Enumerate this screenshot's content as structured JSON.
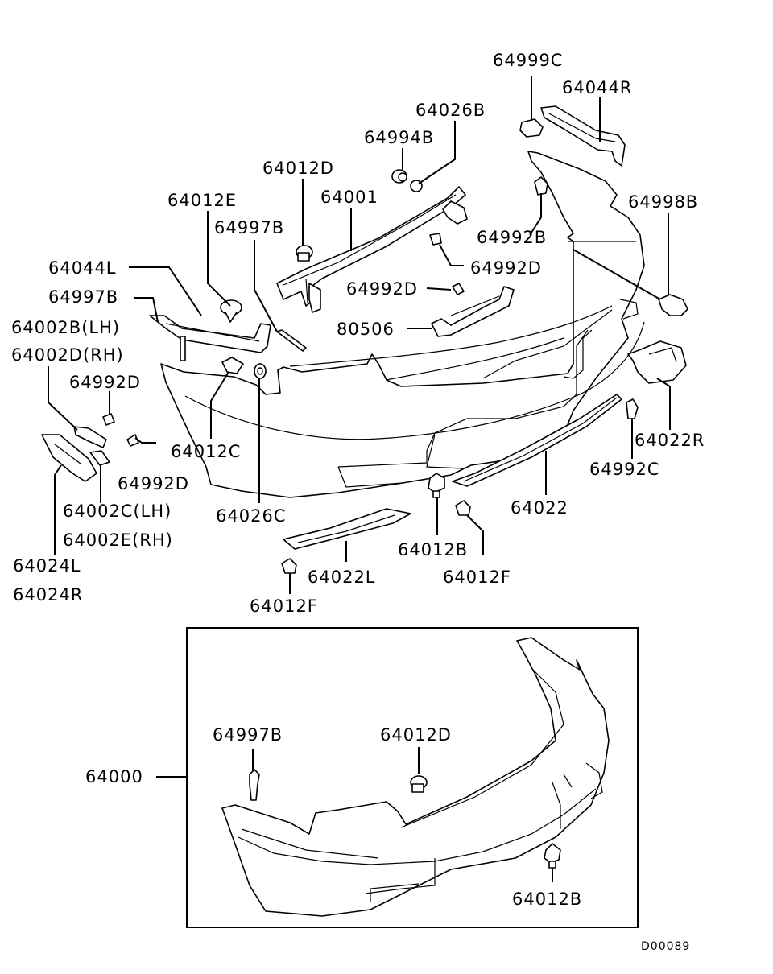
{
  "diagram": {
    "labels": {
      "p64999C": "64999C",
      "p64044R": "64044R",
      "p64026B": "64026B",
      "p64994B": "64994B",
      "p64012D_top": "64012D",
      "p64001": "64001",
      "p64012E": "64012E",
      "p64997B_top": "64997B",
      "p64998B": "64998B",
      "p64992B": "64992B",
      "p64992D_right": "64992D",
      "p64044L": "64044L",
      "p64997B_left": "64997B",
      "p64992D_mid": "64992D",
      "p64002B_LH": "64002B(LH)",
      "p64002D_RH": "64002D(RH)",
      "p80506": "80506",
      "p64992D_left": "64992D",
      "p64012C": "64012C",
      "p64992D_low": "64992D",
      "p64022R": "64022R",
      "p64992C": "64992C",
      "p64026C": "64026C",
      "p64022": "64022",
      "p64002C_LH": "64002C(LH)",
      "p64002E_RH": "64002E(RH)",
      "p64012B_top": "64012B",
      "p64024L": "64024L",
      "p64024R": "64024R",
      "p64022L": "64022L",
      "p64012F_right": "64012F",
      "p64012F_left": "64012F",
      "p64000": "64000",
      "p64997B_box": "64997B",
      "p64012D_box": "64012D",
      "p64012B_box": "64012B"
    },
    "reference_code": "D00089"
  }
}
